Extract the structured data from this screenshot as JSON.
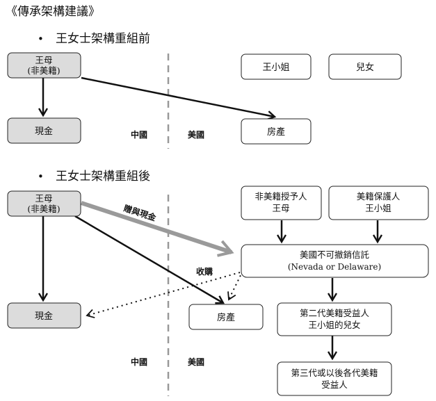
{
  "title": "《傳承架構建議》",
  "colors": {
    "node_gray": "#dcdcdc",
    "node_white": "#ffffff",
    "stroke": "#222222",
    "gift_arrow": "#9a9a9a",
    "divider": "#999999"
  },
  "section_before": {
    "bullet": "•",
    "heading": "王女士架構重組前",
    "node_mother_line1": "王母",
    "node_mother_line2": "(非美籍)",
    "node_cash": "現金",
    "node_miss_wang": "王小姐",
    "node_children": "兒女",
    "node_property": "房產",
    "label_china": "中國",
    "label_usa": "美國"
  },
  "section_after": {
    "bullet": "•",
    "heading": "王女士架構重組後",
    "node_mother_line1": "王母",
    "node_mother_line2": "(非美籍)",
    "node_cash": "現金",
    "node_property": "房產",
    "node_grantor_line1": "非美籍授予人",
    "node_grantor_line2": "王母",
    "node_protector_line1": "美籍保護人",
    "node_protector_line2": "王小姐",
    "node_trust_line1": "美國不可撤銷信託",
    "node_trust_line2": "(Nevada or Delaware)",
    "node_gen2_line1": "第二代美籍受益人",
    "node_gen2_line2": "王小姐的兒女",
    "node_gen3_line1": "第三代或以後各代美籍",
    "node_gen3_line2": "受益人",
    "label_gift_cash": "贈與現金",
    "label_purchase": "收購",
    "label_china": "中國",
    "label_usa": "美國"
  }
}
